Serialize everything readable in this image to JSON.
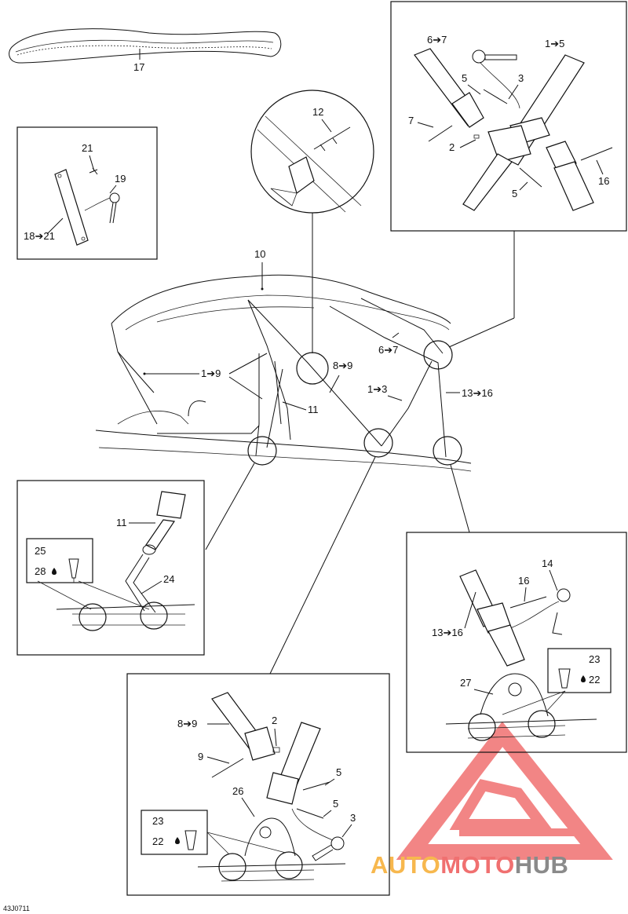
{
  "diagram_code": "43J0711",
  "callouts": {
    "c17": "17",
    "c21": "21",
    "c19": "19",
    "c18_21": "18➔21",
    "c12": "12",
    "c10": "10",
    "c1_9": "1➔9",
    "c8_9": "8➔9",
    "c6_7_main": "6➔7",
    "c1_3": "1➔3",
    "c13_16_main": "13➔16",
    "c11_main": "11",
    "tr_6_7": "6➔7",
    "tr_1_5": "1➔5",
    "tr_5a": "5",
    "tr_3": "3",
    "tr_7": "7",
    "tr_2": "2",
    "tr_5b": "5",
    "tr_16": "16",
    "ml_11": "11",
    "ml_25": "25",
    "ml_28": "28",
    "ml_24": "24",
    "mr_14": "14",
    "mr_16": "16",
    "mr_13_16": "13➔16",
    "mr_23": "23",
    "mr_22": "22",
    "mr_27": "27",
    "bc_8_9": "8➔9",
    "bc_2": "2",
    "bc_9": "9",
    "bc_5a": "5",
    "bc_26": "26",
    "bc_5b": "5",
    "bc_23": "23",
    "bc_22": "22",
    "bc_3": "3"
  },
  "watermark": {
    "part1": "AUTO",
    "part2": "MOTO",
    "part3": "HUB",
    "color_primary": "#f07070",
    "color_secondary": "#f7b84e",
    "color_dark": "#8a8a8a"
  }
}
